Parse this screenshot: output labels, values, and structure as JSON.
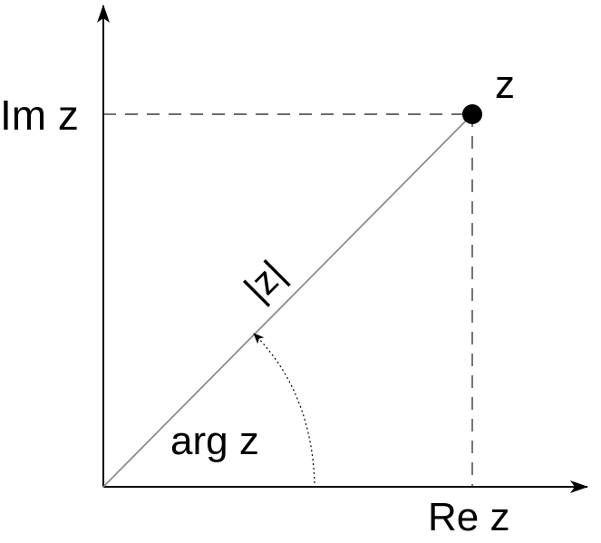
{
  "labels": {
    "point": "z",
    "imaginary_axis": "Im z",
    "real_axis": "Re z",
    "modulus": "|z|",
    "argument": "arg z"
  },
  "colors": {
    "axis": "#000000",
    "vector": "#8c8c8c",
    "dashed": "#3a3a3a",
    "point": "#000000",
    "background": "#ffffff"
  }
}
